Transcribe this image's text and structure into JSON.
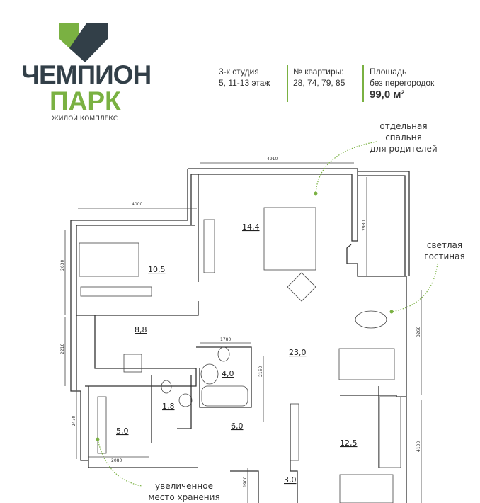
{
  "logo": {
    "line1": "ЧЕМПИОН",
    "line2": "ПАРК",
    "line3": "ЖИЛОЙ КОМПЛЕКС"
  },
  "info": {
    "type": "3-к студия",
    "floors": "5, 11-13 этаж",
    "apt_label": "№ квартиры:",
    "apt_numbers": "28, 74, 79, 85",
    "area_label1": "Площадь",
    "area_label2": "без перегородок",
    "area_value": "99,0 м²"
  },
  "notes": {
    "parents": [
      "отдельная",
      "спальня",
      "для родителей"
    ],
    "living": [
      "светлая",
      "гостиная"
    ],
    "storage": [
      "увеличенное",
      "место хранения"
    ]
  },
  "rooms": [
    "14,4",
    "10,5",
    "8,8",
    "23,0",
    "4,0",
    "1,8",
    "5,0",
    "6,0",
    "12,5",
    "3,0"
  ],
  "dimensions": [
    "4910",
    "4000",
    "2630",
    "2930",
    "3260",
    "2210",
    "1780",
    "2160",
    "2470",
    "2080",
    "4100",
    "1900"
  ],
  "colors": {
    "brand_green": "#7ab142",
    "brand_dark": "#323f48"
  }
}
